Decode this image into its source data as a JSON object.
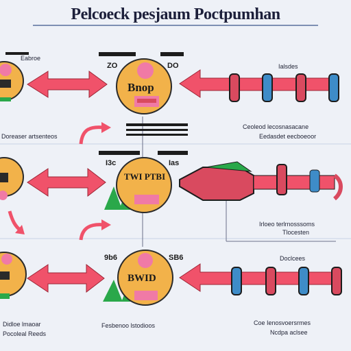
{
  "title": "Pelcoeck pesjaum Poctpumhan",
  "colors": {
    "arrow": "#f0526a",
    "node": "#f2b24a",
    "blob": "#f07aa6",
    "tube": "#3e8cc8",
    "leaf": "#2aa84a",
    "ink": "#1c1f3a"
  },
  "rows": [
    {
      "id": "row-1",
      "node_text": "Bnop",
      "code_left": "ZO",
      "code_right": "DO",
      "right_label": "Ialsdes",
      "caption_left": "Doreaser artsenteos",
      "caption_right": "Ceoleod lecosnasacane",
      "caption_right_2": "Eedasdet eecboeoor"
    },
    {
      "id": "row-2",
      "node_text": "TWI PTBI",
      "code_left": "I3c",
      "code_right": "Ias",
      "caption_left": "",
      "caption_right": "Irloeo terlrnosssoms",
      "caption_right_2": "Tlocesten"
    },
    {
      "id": "row-3",
      "node_text": "BWID",
      "code_left": "9b6",
      "code_right": "SB6",
      "right_label": "Doclcees",
      "caption_left": "Didloe lmaoar",
      "caption_left_2": "Pocoleal Reeds",
      "caption_center": "Fesbenoo lstodioos",
      "caption_right": "Coe Ienosvoersrmes",
      "caption_right_2": "Ncdpa aclsee"
    }
  ],
  "side_label_top": "Eabroe",
  "side_label_mid": "Doreaser artsenteos"
}
